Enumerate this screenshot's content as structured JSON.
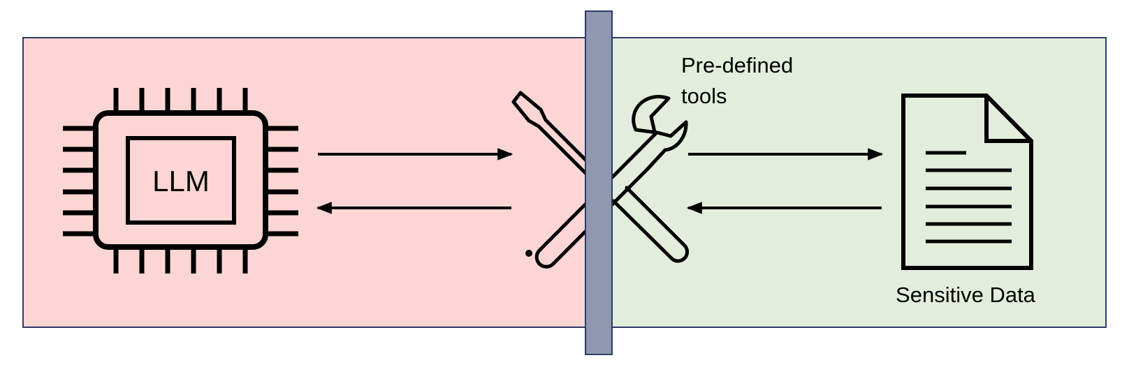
{
  "labels": {
    "chip": "LLM",
    "tools": [
      "Pre-defined",
      "tools"
    ],
    "document": "Sensitive Data"
  },
  "colors": {
    "untrusted_zone": "#fbd6d4",
    "trusted_zone": "#e3eddc",
    "zone_border": "#2e3a66",
    "barrier": "#8f98ae",
    "stroke": "#000000"
  },
  "icons": {
    "chip": "cpu-chip-icon",
    "tools": "wrench-screwdriver-icon",
    "document": "document-icon"
  }
}
